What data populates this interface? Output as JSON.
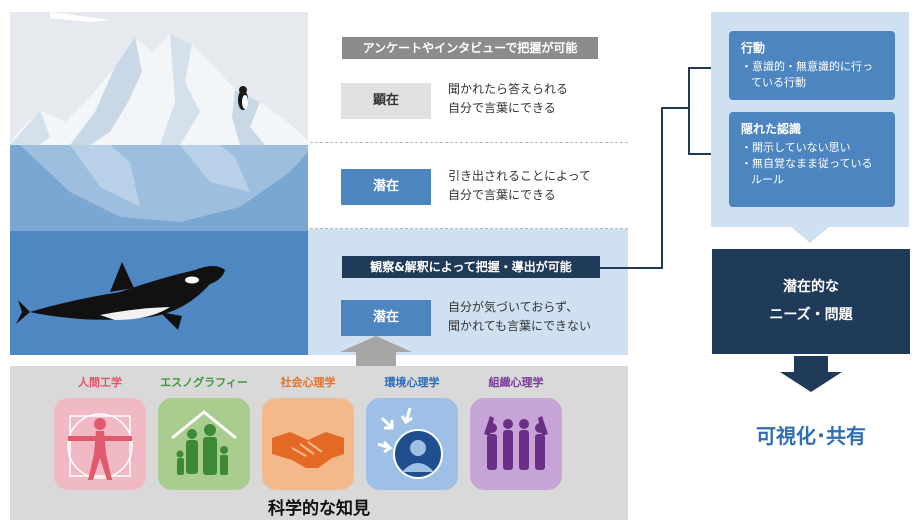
{
  "iceberg_header": "アンケートやインタビューで把握が可能",
  "rows": [
    {
      "tag": "顕在",
      "line1": "聞かれたら答えられる",
      "line2": "自分で言葉にできる"
    },
    {
      "tag": "潜在",
      "line1": "引き出されることによって",
      "line2": "自分で言葉にできる"
    },
    {
      "tag": "潜在",
      "line1": "自分が気づいておらず、",
      "line2": "聞かれても言葉にできない"
    }
  ],
  "observe_header": "観察&解釈によって把握・導出が可能",
  "fields": [
    {
      "label": "人間工学",
      "color": "#e0566a",
      "icon": "vitruvian-man-icon",
      "tile": "#f0b9c4"
    },
    {
      "label": "エスノグラフィー",
      "color": "#3f9a3a",
      "icon": "family-icon",
      "tile": "#a9cc8f"
    },
    {
      "label": "社会心理学",
      "color": "#e2742a",
      "icon": "handshake-icon",
      "tile": "#f4b98a"
    },
    {
      "label": "環境心理学",
      "color": "#2c6cb8",
      "icon": "person-environment-icon",
      "tile": "#9ec0e6"
    },
    {
      "label": "組織心理学",
      "color": "#7b3d97",
      "icon": "group-icon",
      "tile": "#c7a4d8"
    }
  ],
  "science_label": "科学的な知見",
  "cards": [
    {
      "title": "行動",
      "items": [
        "・意識的・無意識的に行っている行動"
      ]
    },
    {
      "title": "隠れた認識",
      "items": [
        "・開示していない思い",
        "・無自覚なまま従っているルール"
      ]
    }
  ],
  "needs": {
    "line1": "潜在的な",
    "line2": "ニーズ・問題"
  },
  "share": "可視化･共有",
  "colors": {
    "navy": "#203a5a",
    "blue": "#4c85bf",
    "light_blue": "#cfe1f1",
    "gray": "#8c8c8c",
    "accent_text": "#2f6db5"
  }
}
